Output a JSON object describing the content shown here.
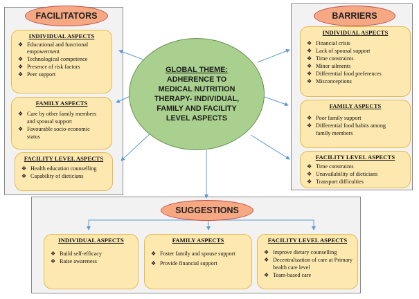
{
  "central": {
    "title": "GLOBAL THEME:",
    "lines": [
      "ADHERENCE TO",
      "MEDICAL NUTRITION",
      "THERAPY- INDIVIDUAL,",
      "FAMILY AND FACILITY",
      "LEVEL ASPECTS"
    ]
  },
  "facilitators": {
    "title": "FACILITATORS",
    "individual": {
      "heading": "INDIVIDUAL ASPECTS",
      "items": [
        "Educational and functional",
        "empowerment",
        "Technological competence",
        "Presence of risk factors",
        "Peer support"
      ]
    },
    "family": {
      "heading": "FAMILY ASPECTS",
      "items": [
        "Care by other family members",
        "and spousal support",
        "Favourable socio-economic",
        "status"
      ]
    },
    "facility": {
      "heading": "FACILITY LEVEL ASPECTS",
      "items": [
        "Health education counselling",
        "Capability of dieticians"
      ]
    }
  },
  "barriers": {
    "title": "BARRIERS",
    "individual": {
      "heading": "INDIVIDUAL ASPECTS",
      "items": [
        "Financial crisis",
        "Lack of spousal support",
        "Time constraints",
        "Minor ailments",
        "Differential food preferences",
        "Misconceptions"
      ]
    },
    "family": {
      "heading": "FAMILY ASPECTS",
      "items": [
        "Poor family support",
        "Differential food habits among",
        "family members"
      ]
    },
    "facility": {
      "heading": "FACILITY LEVEL ASPECTS",
      "items": [
        "Time constraints",
        "Unavailability of dieticians",
        "Transport difficulties"
      ]
    }
  },
  "suggestions": {
    "title": "SUGGESTIONS",
    "individual": {
      "heading": "INDIVIDUAL ASPECTS",
      "items": [
        "Build self-efficacy",
        "Raise awareness"
      ]
    },
    "family": {
      "heading": "FAMILY ASPECTS",
      "items": [
        "Foster family and spouse support",
        "Provide financial support"
      ]
    },
    "facility": {
      "heading": "FACILITY LEVEL ASPECTS",
      "items": [
        "Improve dietary counselling",
        "Decentralization of care at Primary",
        "health care level",
        "Team-based care"
      ]
    }
  },
  "colors": {
    "pill": "#f6a882",
    "pill_border": "#c0504d",
    "box": "#fde9b0",
    "box_border": "#e8b84a",
    "circle": "#a9d08e",
    "arrow": "#5b9bd5",
    "panel": "#f2f2f2"
  },
  "icons": {
    "bullet": "❖"
  }
}
